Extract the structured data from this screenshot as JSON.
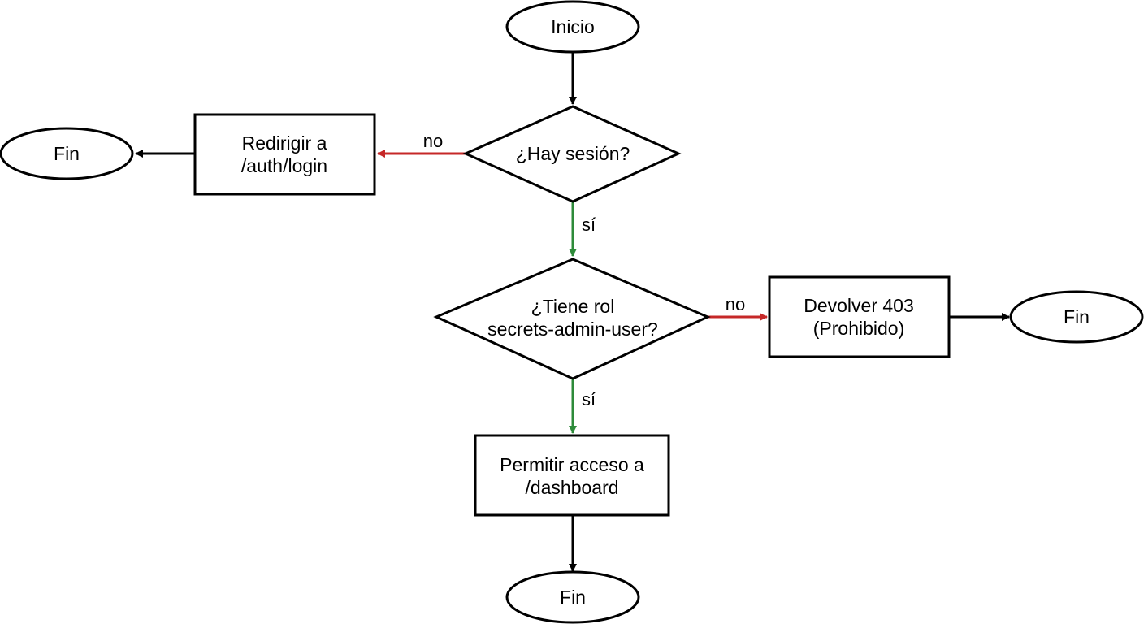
{
  "colors": {
    "default_edge": "#000000",
    "no_edge": "#c62828",
    "yes_edge": "#2e8b3a",
    "node_stroke": "#000000",
    "node_fill": "#ffffff"
  },
  "nodes": {
    "start": {
      "lines": [
        "Inicio"
      ]
    },
    "decision_session": {
      "lines": [
        "¿Hay sesión?"
      ]
    },
    "redirect_login": {
      "lines": [
        "Redirigir a",
        "/auth/login"
      ]
    },
    "end_left": {
      "lines": [
        "Fin"
      ]
    },
    "decision_role": {
      "lines": [
        "¿Tiene rol",
        "secrets-admin-user?"
      ]
    },
    "return_403": {
      "lines": [
        "Devolver 403",
        "(Prohibido)"
      ]
    },
    "end_right": {
      "lines": [
        "Fin"
      ]
    },
    "allow_dashboard": {
      "lines": [
        "Permitir acceso a",
        "/dashboard"
      ]
    },
    "end_bottom": {
      "lines": [
        "Fin"
      ]
    }
  },
  "edge_labels": {
    "session_no": "no",
    "session_yes": "sí",
    "role_no": "no",
    "role_yes": "sí"
  }
}
